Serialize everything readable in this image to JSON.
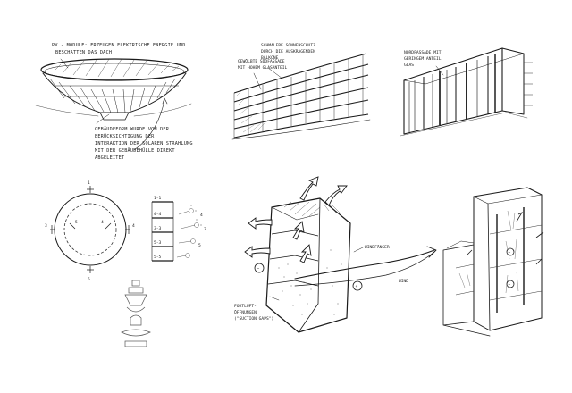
{
  "sketch_1": {
    "note_pv": [
      "PV - MODULE: ERZEUGEN ELEKTRISCHE ENERGIE UND",
      "BESCHATTEN DAS DACH"
    ],
    "note_form": [
      "GEBÄUDEFORM WURDE VON DER",
      "BERÜCKSICHTIGUNG DER",
      "INTERAKTION DER SOLAREN STRAHLUNG",
      "MIT DER GEBÄUDEHÜLLE DIREKT",
      "ABGELEITET"
    ]
  },
  "sketch_2": {
    "note_top": [
      "SCHMALERE SONNENSCHUTZ",
      "DURCH DIE AUSKRAGENDEN",
      "BALKONE"
    ],
    "note_left": [
      "GEWÖLBTE SÜDFASSADE",
      "MIT HOHEM GLASANTEIL"
    ]
  },
  "sketch_3": {
    "note": [
      "NORDFASSADE MIT",
      "GERINGEM ANTEIL",
      "GLAS"
    ]
  },
  "sketch_4": {
    "circle_labels": {
      "top": "1",
      "left": "3",
      "right": "4",
      "bottom": "5",
      "inner_left": "5",
      "inner_right": "4"
    },
    "section_levels": [
      "1-1",
      "4-4",
      "3-3",
      "5-3",
      "5-5"
    ],
    "sun_labels": [
      "4",
      "3",
      "5"
    ]
  },
  "sketch_5": {
    "windfang": "WINDFÄNGER",
    "wind": "WIND",
    "note_openings": [
      "FORTLUFT-",
      "ÖFFNUNGEN",
      "(\"SUCTION GAPS\")"
    ],
    "plus": "+",
    "minus": "−"
  },
  "sketch_6": {
    "plus": "+",
    "minus": "−"
  }
}
